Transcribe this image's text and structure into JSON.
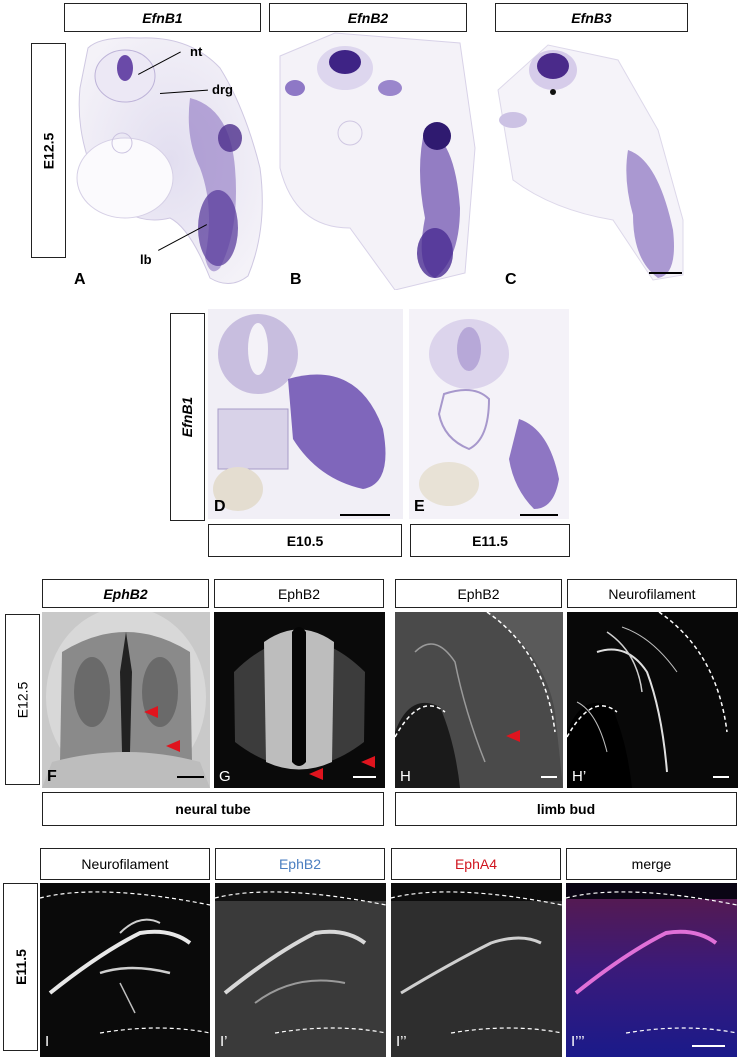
{
  "row1": {
    "headers": [
      "EfnB1",
      "EfnB2",
      "EfnB3"
    ],
    "stage": "E12.5",
    "panels": [
      "A",
      "B",
      "C"
    ],
    "annotations": {
      "nt": "nt",
      "drg": "drg",
      "lb": "lb"
    }
  },
  "row2": {
    "side_label": "EfnB1",
    "panels": [
      "D",
      "E"
    ],
    "stages": [
      "E10.5",
      "E11.5"
    ]
  },
  "row3": {
    "headers": [
      "EphB2",
      "EphB2",
      "EphB2",
      "Neurofilament"
    ],
    "stage": "E12.5",
    "panels": [
      "F",
      "G",
      "H",
      "H’"
    ],
    "footers": [
      "neural tube",
      "limb bud"
    ]
  },
  "row4": {
    "headers": [
      "Neurofilament",
      "EphB2",
      "EphA4",
      "merge"
    ],
    "header_colors": [
      "#000000",
      "#4a7ec0",
      "#d0141e",
      "#000000"
    ],
    "stage": "E11.5",
    "panels": [
      "I",
      "I’",
      "I’’",
      "I’’’"
    ]
  }
}
